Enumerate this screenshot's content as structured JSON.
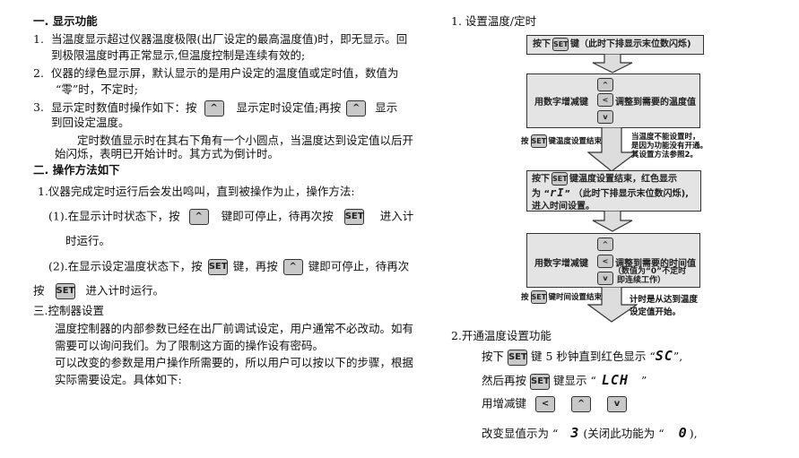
{
  "left": {
    "h1": "一. 显示功能",
    "i1_num": "1.",
    "i1_l1": "当温度显示超过仪器温度极限(出厂设定的最高温度值)时，即无显示。回",
    "i1_l2": "到极限温度时再正常显示,但温度控制是连续有效的;",
    "i2_num": "2.",
    "i2_l1": "仪器的绿色显示屏，默认显示的是用户设定的温度值或定时值，数值为",
    "i2_l2": "“零”时，不定时;",
    "i3_num": "3.",
    "i3_a": "显示定时数值时操作如下：按",
    "i3_b": "显示定时设定值;再按",
    "i3_c": "显示",
    "i3_l2": "到回设定温度。",
    "note_l1": "定时数值显示时在其右下角有一个小圆点，当温度达到设定值以后开",
    "note_l2": "始闪烁，表明已开始计时。其方式为倒计时。",
    "h2": "二. 操作方法如下",
    "op1": "1.仪器完成定时运行后会发出鸣叫，直到被操作为止，操作方法:",
    "op1a_a": "(1).在显示计时状态下，按",
    "op1a_b": "键即可停止，待再次按",
    "op1a_c": "进入计",
    "op1a_l2": "时运行。",
    "op1b_a": "(2).在显示设定温度状态下，按",
    "op1b_b": "键，再按",
    "op1b_c": "键即可停止，待再次",
    "op1b_l2a": "按",
    "op1b_l2b": "进入计时运行。",
    "h3": "三.控制器设置",
    "p1_l1": "温度控制器的内部参数已经在出厂前调试设定，用户通常不必改动。如有",
    "p1_l2": "需要可以询问我们。为了限制这方面的操作设有密码。",
    "p2_l1": "可以改变的参数是用户操作所需要的，所以用户可以按以下的步骤，根据",
    "p2_l2": "实际需要设定。具体如下:"
  },
  "keys": {
    "set": "SET",
    "up": "^",
    "left": "<",
    "down": "v"
  },
  "right": {
    "h1": "1.  设置温度/定时",
    "box1_a": "按下",
    "box1_b": "键（此时下排显示末位数闪烁)",
    "box2_a": "用数字增减键",
    "box2_b": "调整到需要的温度值",
    "side1_a": "按",
    "side1_b": "键温度设置结束",
    "side1_note": [
      "当温度不能设置时，",
      "是因为功能没有开通。",
      "其设置方法参照2。"
    ],
    "box3_a": "按下",
    "box3_b": "键温度设置结束，红色显示",
    "box3_c": "为 “",
    "box3_seg": "rI",
    "box3_d": "” （此时下排显示末位数闪烁),",
    "box3_e": "进入时间设置。",
    "box4_a": "用数字增减键",
    "box4_b": "调整到需要的时间值",
    "box4_c": "（数值为“0”不定时",
    "box4_d": "即连续工作）",
    "side2_a": "按",
    "side2_b": "键时间设置结束",
    "side2_note": [
      "计时是从达到温度",
      "设定值开始。"
    ],
    "h2": "2.开通温度设置功能",
    "s1_a": "按下",
    "s1_b": "键 5 秒钟直到红色显示 “",
    "s1_seg": "SC",
    "s1_c": "”,",
    "s2_a": "然后再按",
    "s2_b": "键显示 “",
    "s2_seg": "LCH",
    "s2_c": "”",
    "s3_a": "用增减键",
    "s4_a": "改变显值示为 “",
    "s4_seg": "3",
    "s4_b": "(关闭此功能为 “",
    "s4_seg2": "0",
    "s4_c": "),"
  }
}
